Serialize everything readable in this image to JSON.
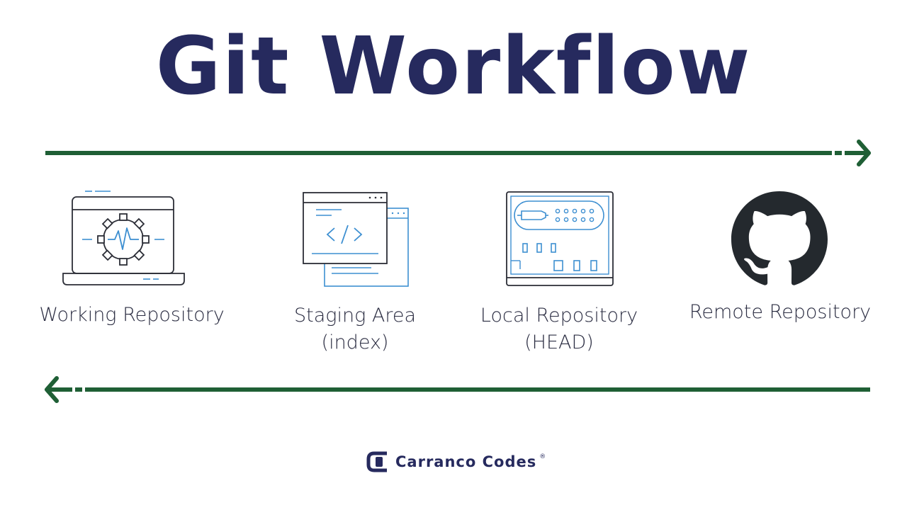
{
  "title": "Git Workflow",
  "colors": {
    "title": "#262a5e",
    "arrow": "#1f5f35",
    "icon_dark": "#2b2d36",
    "icon_blue": "#3d8fd1",
    "github": "#24292e"
  },
  "stages": [
    {
      "icon": "laptop-gear-icon",
      "line1": "Working Repository",
      "line2": ""
    },
    {
      "icon": "code-window-icon",
      "line1": "Staging Area",
      "line2": "(index)"
    },
    {
      "icon": "circuit-board-icon",
      "line1": "Local Repository",
      "line2": "(HEAD)"
    },
    {
      "icon": "github-icon",
      "line1": "Remote Repository",
      "line2": ""
    }
  ],
  "flow_arrows": [
    {
      "direction": "right"
    },
    {
      "direction": "left"
    }
  ],
  "brand": {
    "name": "Carranco Codes",
    "mark": "®"
  }
}
